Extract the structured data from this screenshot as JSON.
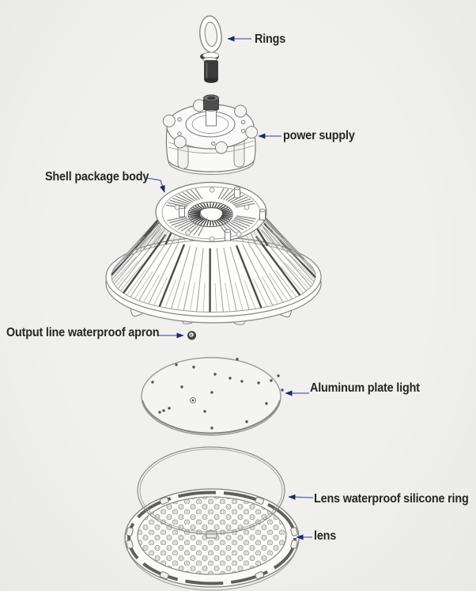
{
  "colors": {
    "bg": "#f0f0ee",
    "text": "#262626",
    "arrow-line": "#55639f",
    "arrow-head": "#1d2a66",
    "outline": "#7a7a7a"
  },
  "labels": {
    "rings": "Rings",
    "power_supply": "power supply",
    "shell_package_body": "Shell package body",
    "output_line_waterproof_apron": "Output line waterproof apron",
    "aluminum_plate_light": "Aluminum plate light",
    "lens_waterproof_silicone_ring": "Lens waterproof silicone ring",
    "lens": "lens"
  }
}
